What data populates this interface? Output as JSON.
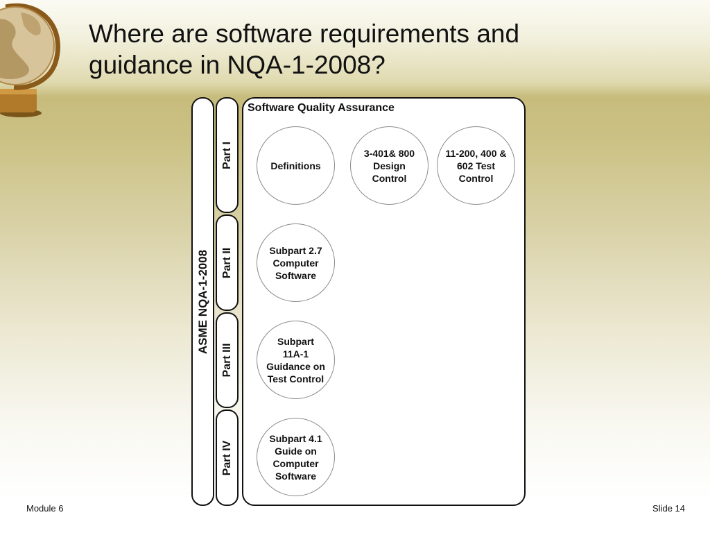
{
  "title": "Where are software requirements and guidance in NQA-1-2008?",
  "diagram": {
    "outer_label": "ASME NQA-1-2008",
    "parts": [
      "Part I",
      "Part II",
      "Part III",
      "Part IV"
    ],
    "sqa_title": "Software Quality Assurance",
    "nodes": {
      "definitions": "Definitions",
      "design_control": "3-401& 800\nDesign\nControl",
      "test_control": "11-200, 400 &\n602 Test\nControl",
      "subpart_2_7": "Subpart 2.7\nComputer\nSoftware",
      "subpart_11a_1": "Subpart\n11A-1\nGuidance on\nTest Control",
      "subpart_4_1": "Subpart 4.1\nGuide on\nComputer\nSoftware"
    }
  },
  "footer": {
    "module": "Module 6",
    "slide": "Slide 14"
  }
}
